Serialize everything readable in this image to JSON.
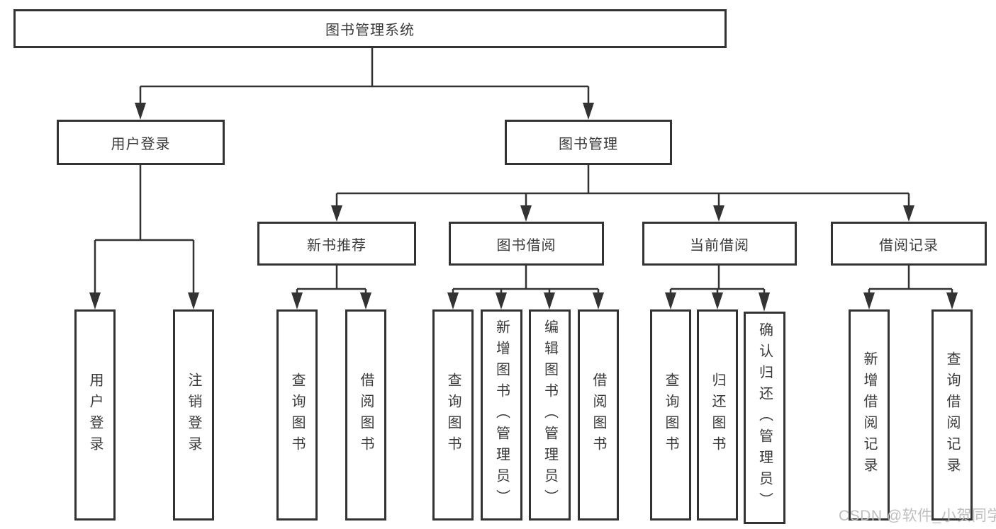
{
  "diagram": {
    "root": {
      "label": "图书管理系统",
      "children": [
        {
          "label": "用户登录",
          "children": [
            {
              "label": "用户登录"
            },
            {
              "label": "注销登录"
            }
          ]
        },
        {
          "label": "图书管理",
          "children": [
            {
              "label": "新书推荐",
              "children": [
                {
                  "label": "查询图书"
                },
                {
                  "label": "借阅图书"
                }
              ]
            },
            {
              "label": "图书借阅",
              "children": [
                {
                  "label": "查询图书"
                },
                {
                  "label": "新增图书（管理员）"
                },
                {
                  "label": "编辑图书（管理员）"
                },
                {
                  "label": "借阅图书"
                }
              ]
            },
            {
              "label": "当前借阅",
              "children": [
                {
                  "label": "查询图书"
                },
                {
                  "label": "归还图书"
                },
                {
                  "label": "确认归还（管理员）"
                }
              ]
            },
            {
              "label": "借阅记录",
              "children": [
                {
                  "label": "新增借阅记录"
                },
                {
                  "label": "查询借阅记录"
                }
              ]
            }
          ]
        }
      ]
    }
  },
  "watermark": "CSDN @软件_小贺同学",
  "colors": {
    "line": "#333333",
    "text": "#3a3a3a",
    "watermark": "#bababa",
    "background": "#ffffff"
  }
}
